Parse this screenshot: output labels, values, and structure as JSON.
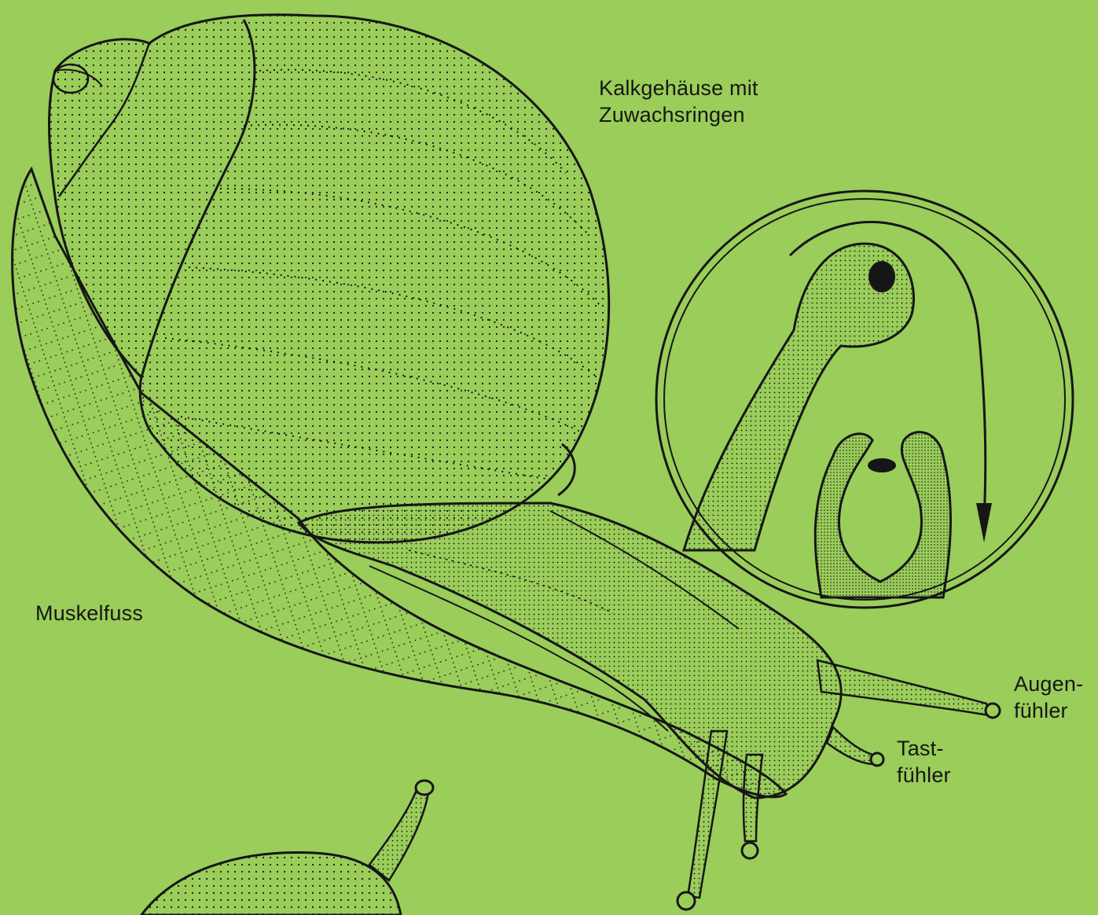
{
  "labels": {
    "shell": {
      "line1": "Kalkgehäuse mit",
      "line2": "Zuwachsringen"
    },
    "foot": {
      "text": "Muskelfuss"
    },
    "eye_tentacle": {
      "line1": "Augen-",
      "line2": "fühler"
    },
    "touch_tentacle": {
      "line1": "Tast-",
      "line2": "fühler"
    }
  },
  "colors": {
    "background": "#9acd5a",
    "ink": "#161616"
  }
}
